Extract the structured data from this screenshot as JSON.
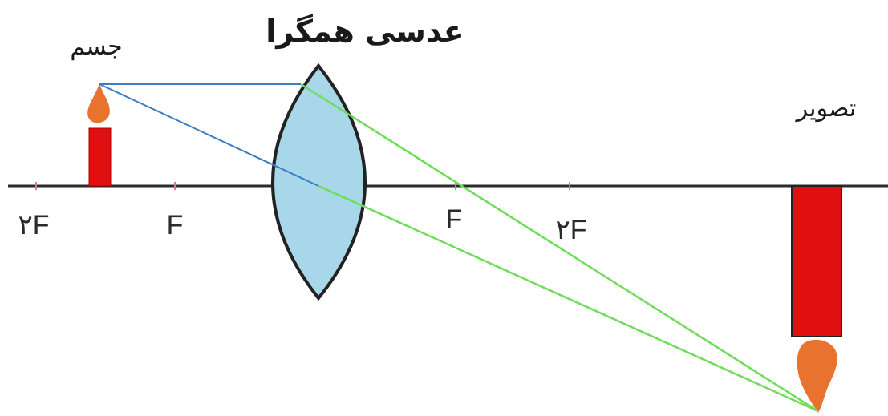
{
  "labels": {
    "lens": "عدسی همگرا",
    "object": "جسم",
    "image": "تصویر"
  },
  "axis_marks": {
    "left_2f": "۲F",
    "left_f": "F",
    "right_f": "F",
    "right_2f": "۲F"
  },
  "colors": {
    "axis": "#2b2b2b",
    "lens_fill": "#a9d7ea",
    "lens_stroke": "#222222",
    "object": "#e01010",
    "flame": "#e8732f",
    "ray_incident": "#3a7fc0",
    "ray_refracted": "#6fdc5a"
  }
}
